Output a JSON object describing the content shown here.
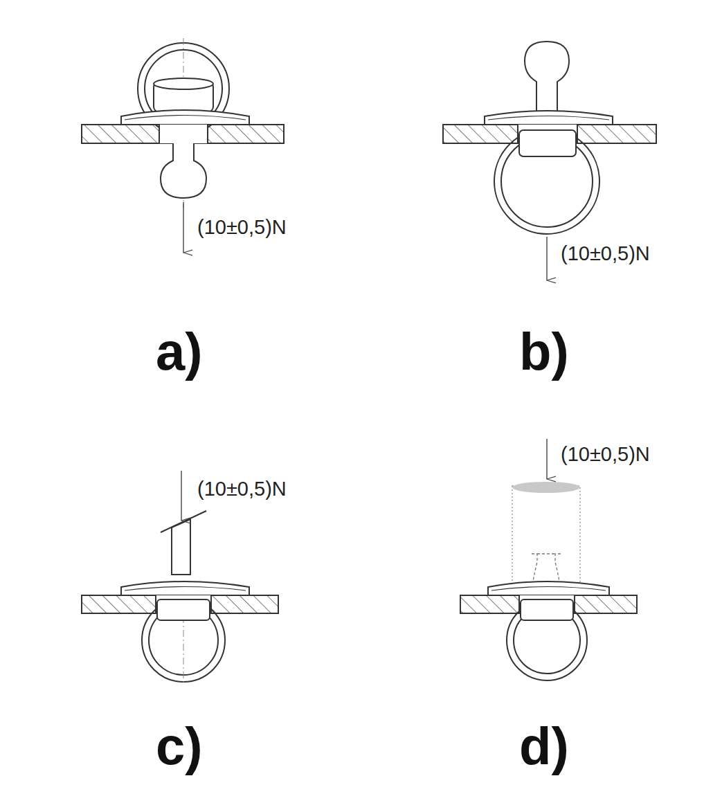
{
  "diagram": {
    "labels": [
      "(10±0,5)N",
      "a)",
      "(10±0,5)N",
      "b)",
      "(10±0,5)N",
      "c)",
      "(10±0,5)N",
      "d)"
    ]
  }
}
